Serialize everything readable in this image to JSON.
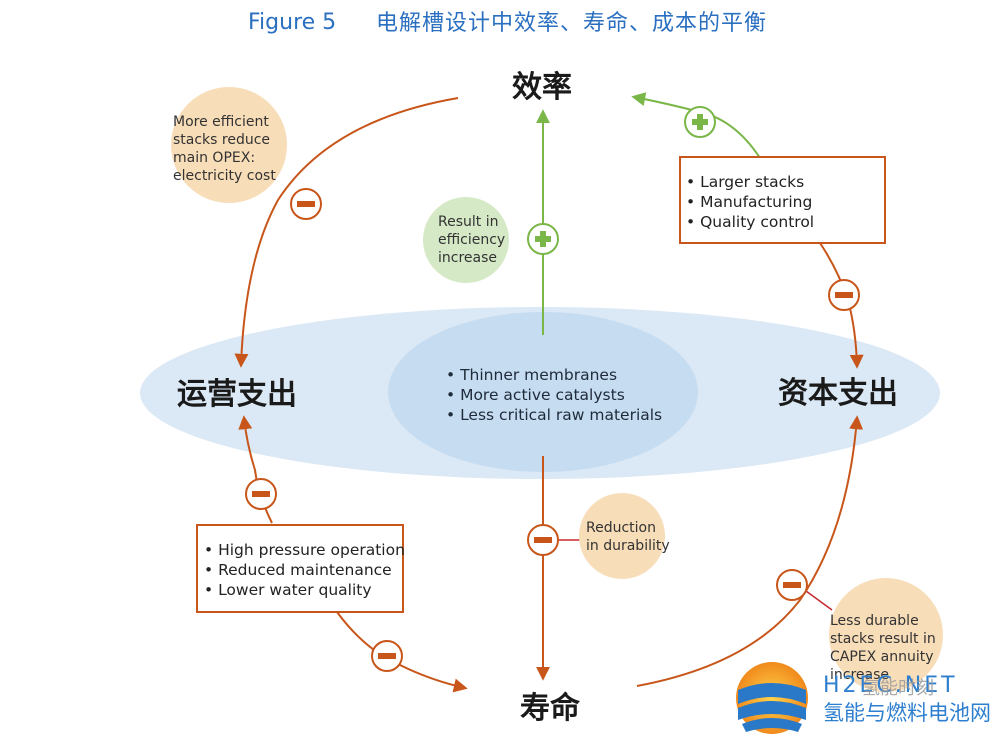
{
  "title": {
    "figure": "Figure 5",
    "caption": "电解槽设计中效率、寿命、成本的平衡"
  },
  "nodes": {
    "efficiency": "效率",
    "opex": "运营支出",
    "capex": "资本支出",
    "lifetime": "寿命"
  },
  "center_ellipse": {
    "items": [
      "• Thinner membranes",
      "• More active catalysts",
      "• Less critical raw materials"
    ]
  },
  "bubbles": {
    "opex_efficiency": [
      "More efficient",
      "stacks reduce",
      "main OPEX:",
      "electricity cost"
    ],
    "efficiency_increase": [
      "Result in",
      "efficiency",
      "increase"
    ],
    "durability": [
      "Reduction",
      "in durability"
    ],
    "capex_annuity": [
      "Less durable",
      "stacks result in",
      "CAPEX annuity",
      "increase"
    ]
  },
  "boxes": {
    "capex_box": [
      "• Larger stacks",
      "• Manufacturing",
      "• Quality control"
    ],
    "opex_box": [
      "• High pressure operation",
      "• Reduced maintenance",
      "• Lower water quality"
    ]
  },
  "signs": {
    "plus": "+",
    "minus": "−"
  },
  "watermark": {
    "logo_text": "H2EC.NET",
    "site_name": "氢能与燃料电池网",
    "overlay_text": "氢能时刻"
  },
  "colors": {
    "orange": "#c8561a",
    "green": "#7ab648",
    "ellipse_outer": "#dbe8f5",
    "ellipse_center": "#c5dcf1",
    "bubble_peach": "#f8ddb9",
    "bubble_green": "#d5e9c6",
    "box_border": "#c8561a",
    "title_blue": "#2a6fc0"
  }
}
